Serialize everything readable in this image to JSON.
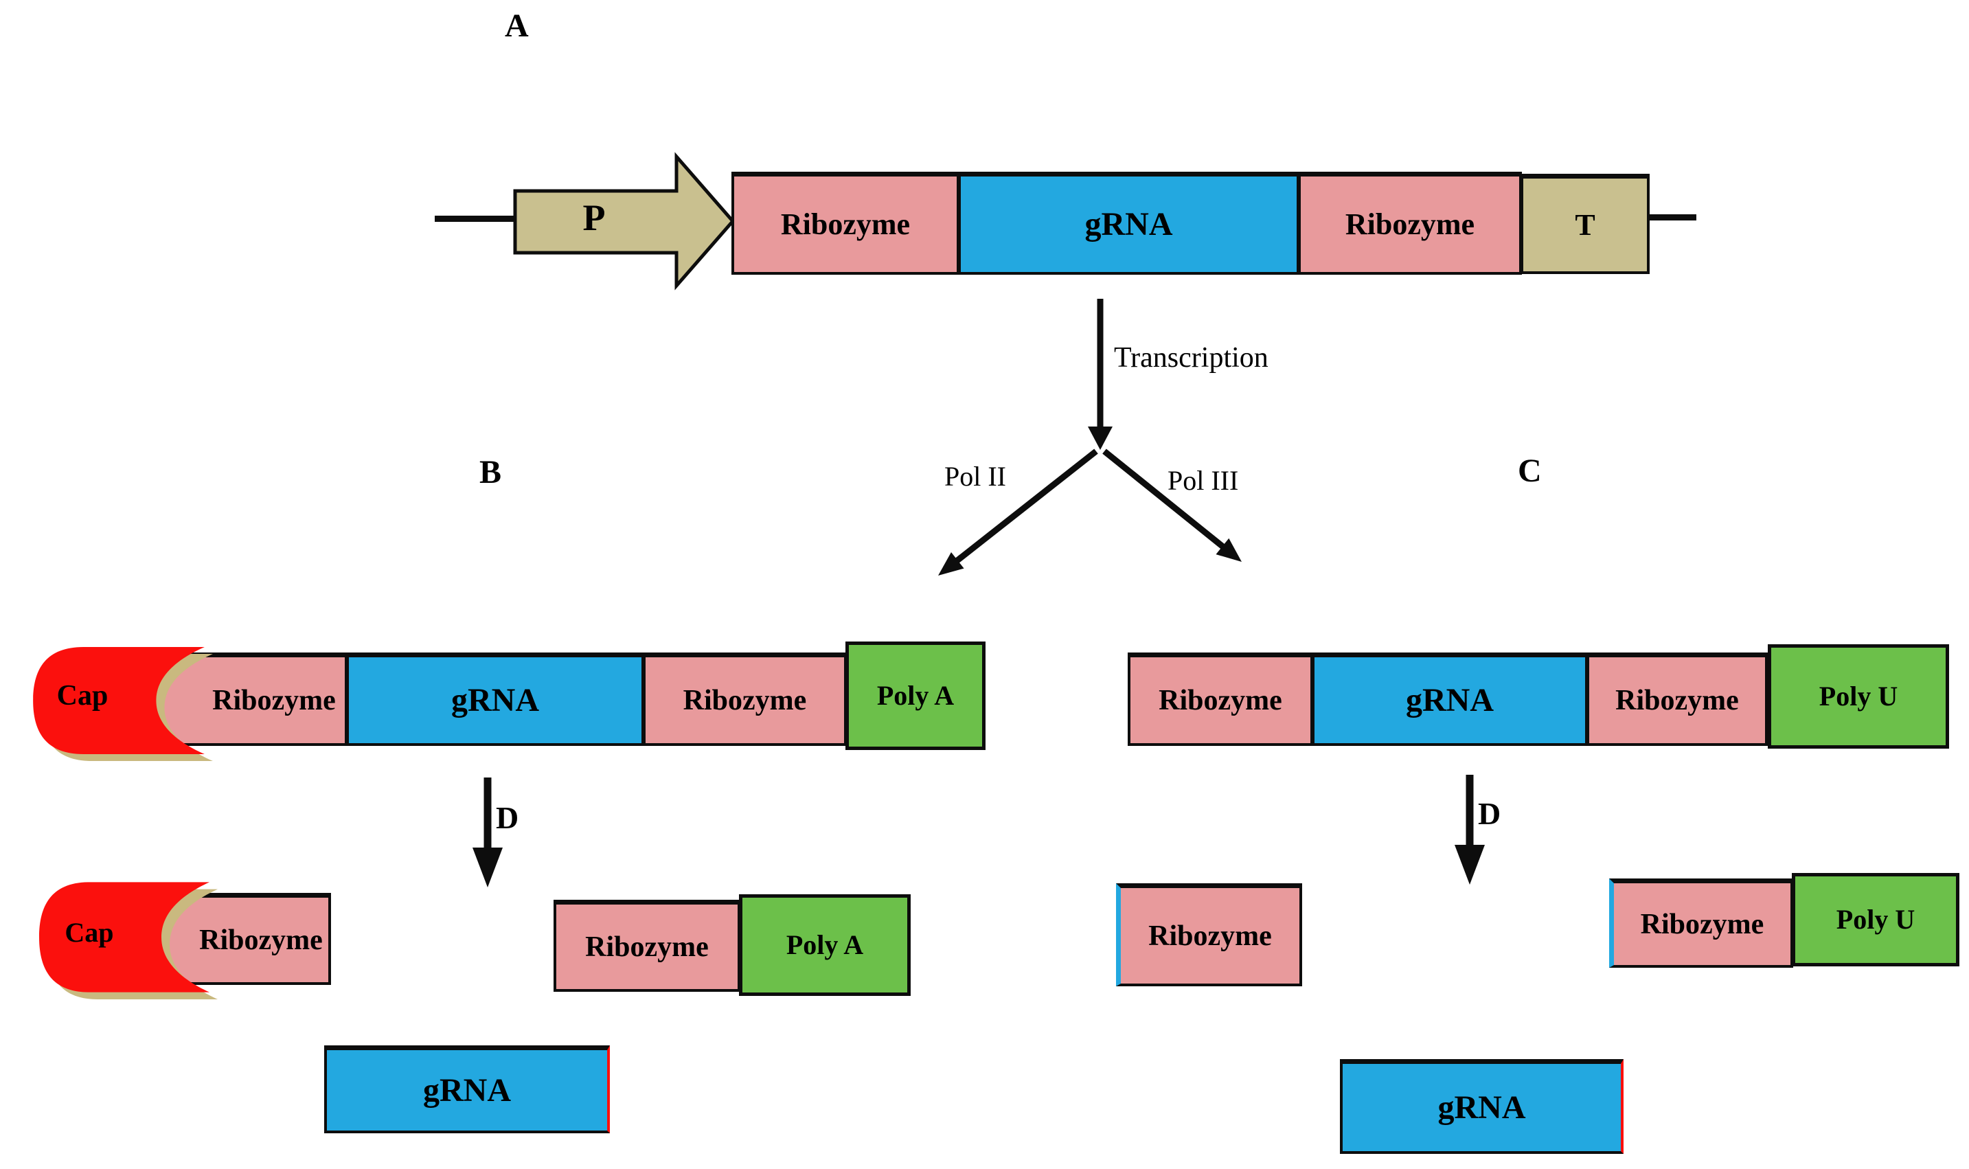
{
  "colors": {
    "pink": "#e89a9c",
    "blue": "#23a8e0",
    "green": "#6cc04a",
    "tan": "#c9c08f",
    "red": "#fb100d",
    "tan_shadow": "#c9b97f",
    "ink": "#0d0d0d"
  },
  "panel_a": {
    "label": "A",
    "promoter": "P",
    "segment_ribozyme_left": "Ribozyme",
    "segment_grna": "gRNA",
    "segment_ribozyme_right": "Ribozyme",
    "terminator": "T"
  },
  "transcription": {
    "label": "Transcription",
    "pol2": "Pol II",
    "pol3": "Pol III"
  },
  "panel_b": {
    "label": "B",
    "cap": "Cap",
    "ribozyme_left": "Ribozyme",
    "grna": "gRNA",
    "ribozyme_right": "Ribozyme",
    "tail": "Poly A",
    "cleavage": "D",
    "product_cap": "Cap",
    "product_cap_ribozyme": "Ribozyme",
    "product_ribozyme": "Ribozyme",
    "product_tail": "Poly A",
    "product_grna": "gRNA"
  },
  "panel_c": {
    "label": "C",
    "ribozyme_left": "Ribozyme",
    "grna": "gRNA",
    "ribozyme_right": "Ribozyme",
    "tail": "Poly U",
    "cleavage": "D",
    "product_ribozyme_left": "Ribozyme",
    "product_ribozyme_right": "Ribozyme",
    "product_tail": "Poly U",
    "product_grna": "gRNA"
  }
}
